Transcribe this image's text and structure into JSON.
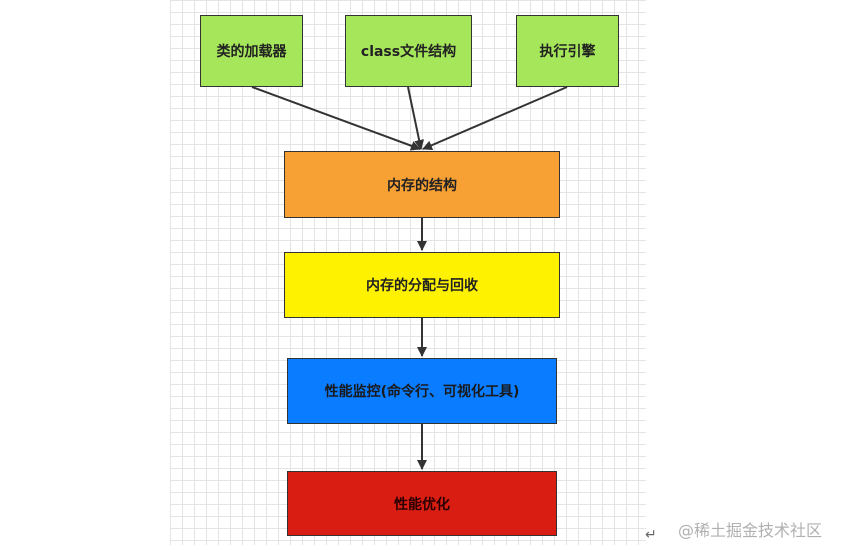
{
  "nodes": {
    "class_loader": "类的加载器",
    "class_file": "class文件结构",
    "execution_engine": "执行引擎",
    "memory_structure": "内存的结构",
    "memory_alloc": "内存的分配与回收",
    "performance_monitor": "性能监控(命令行、可视化工具)",
    "performance_tuning": "性能优化"
  },
  "colors": {
    "green": "#a6e65a",
    "orange": "#f7a034",
    "yellow": "#fff200",
    "blue": "#0a7cff",
    "red": "#d91d12"
  },
  "return_mark": "↵",
  "watermark": "@稀土掘金技术社区"
}
